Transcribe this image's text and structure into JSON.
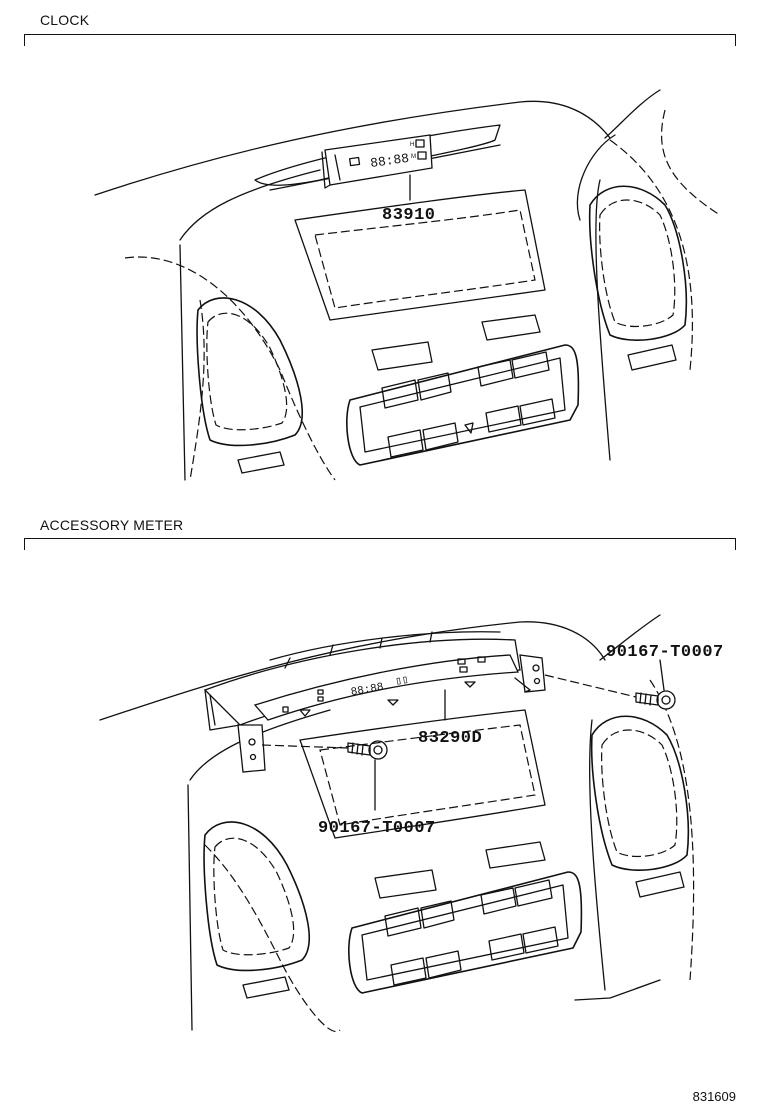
{
  "sections": {
    "clock": {
      "title": "CLOCK",
      "part_number": "83910",
      "display_digits": "88:88",
      "button_h": "H",
      "button_m": "M"
    },
    "accessory_meter": {
      "title": "ACCESSORY METER",
      "part_number": "83290D",
      "screw_upper": "90167-T0007",
      "screw_lower": "90167-T0007",
      "display_digits": "88:88"
    }
  },
  "footer": {
    "figure_id": "831609"
  }
}
